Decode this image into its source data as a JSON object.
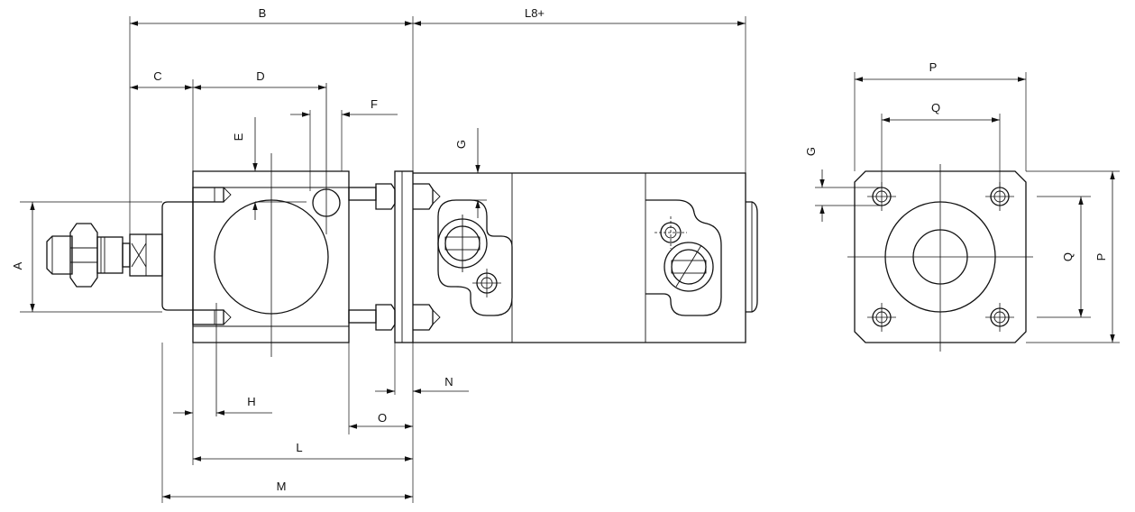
{
  "labels": {
    "B": "B",
    "L8": "L8+",
    "C": "C",
    "D": "D",
    "E": "E",
    "F": "F",
    "G": "G",
    "A": "A",
    "H": "H",
    "N": "N",
    "O": "O",
    "L": "L",
    "M": "M",
    "P": "P",
    "Q": "Q"
  }
}
